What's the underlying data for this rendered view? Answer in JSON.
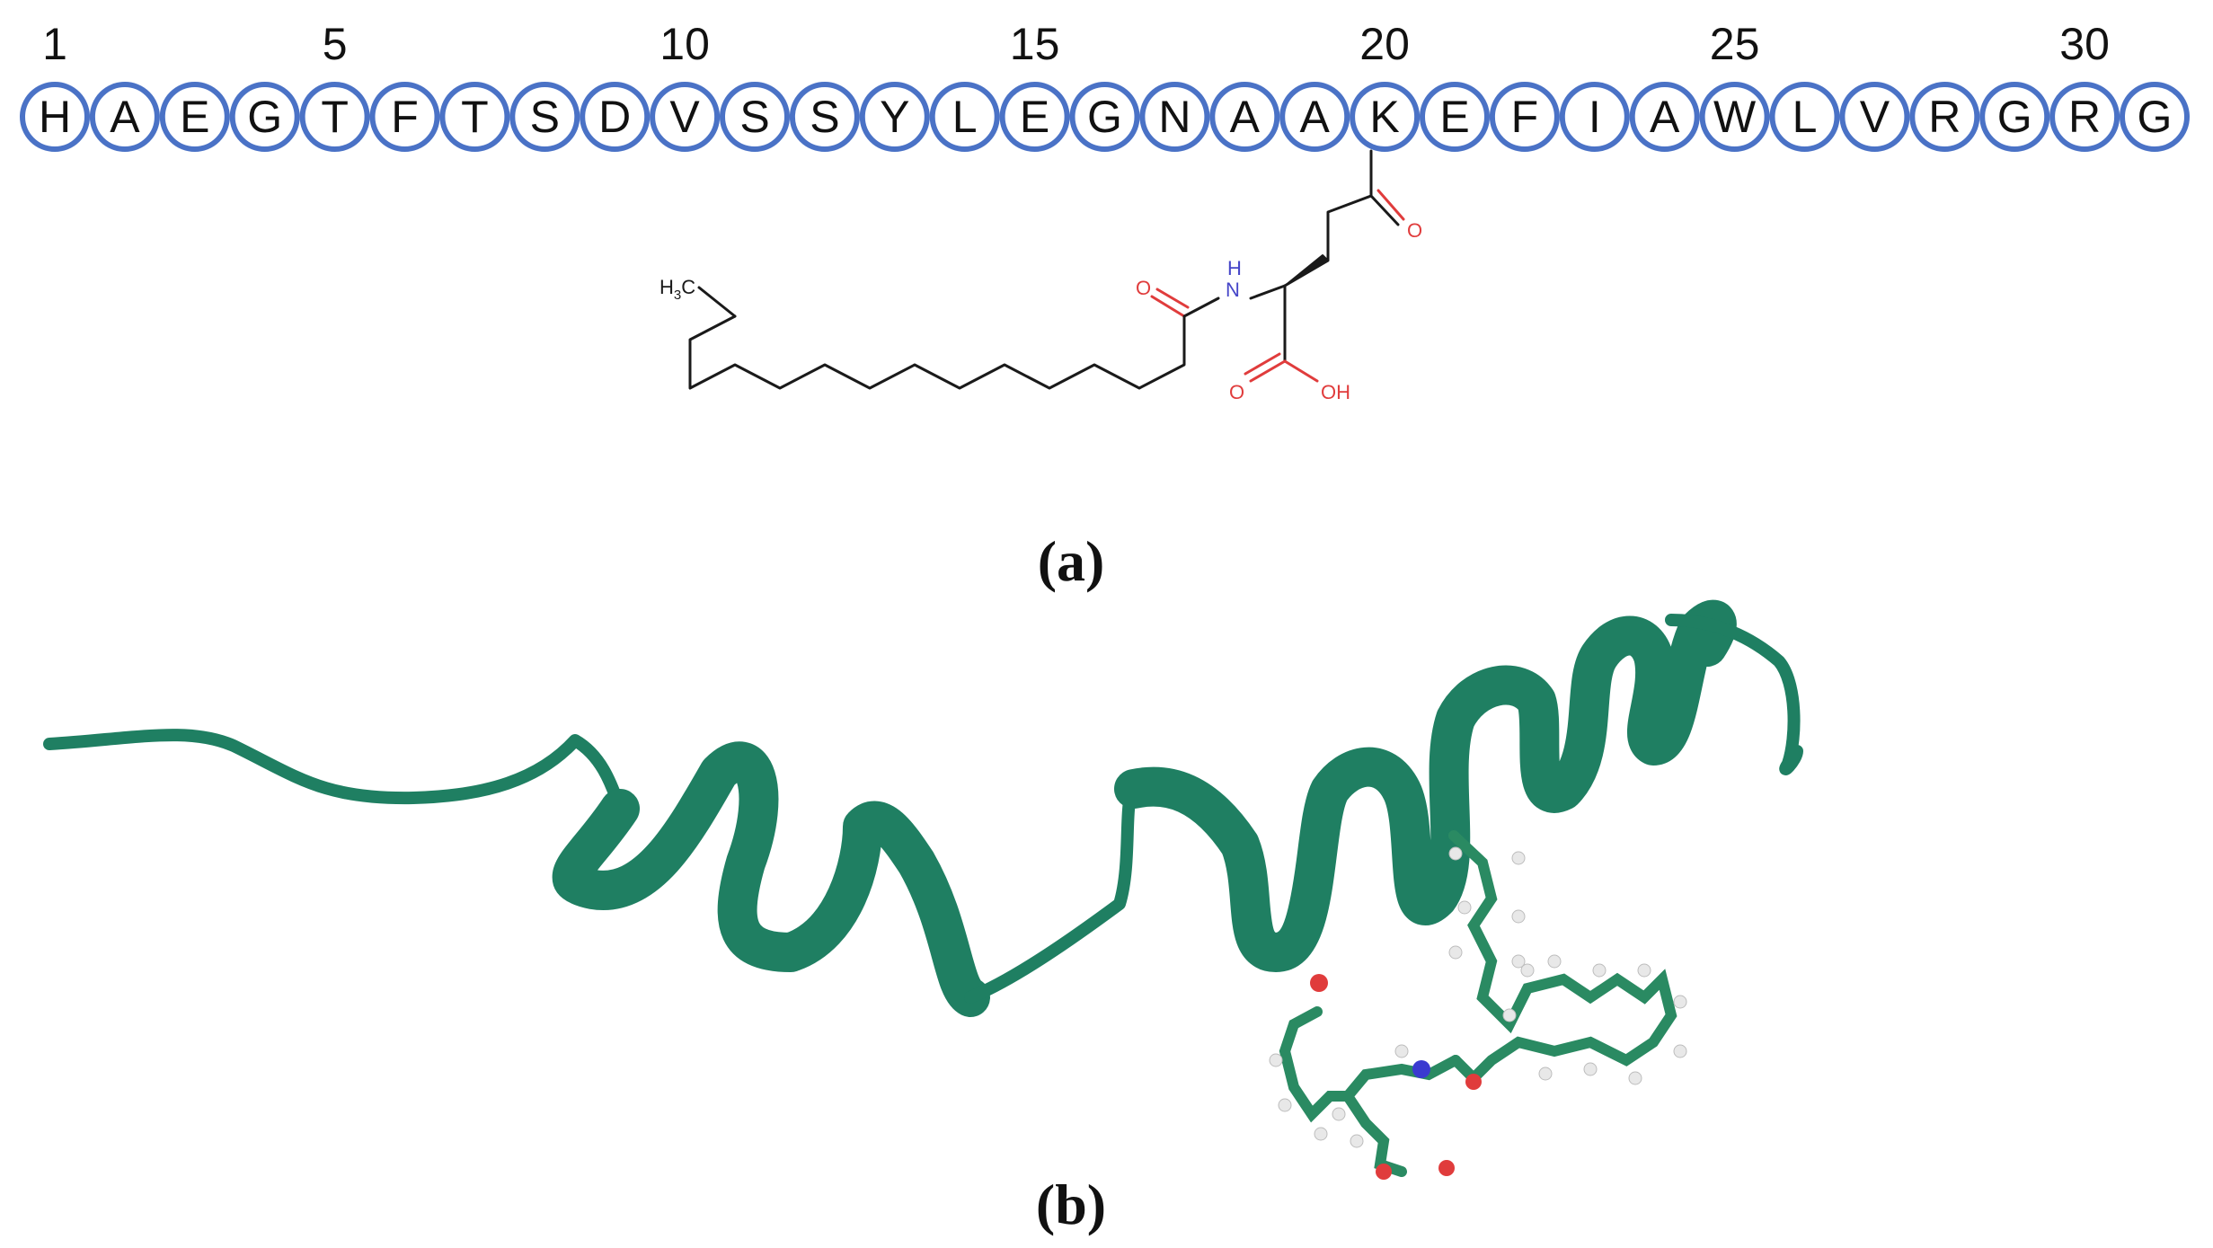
{
  "sequence": {
    "residues": [
      "H",
      "A",
      "E",
      "G",
      "T",
      "F",
      "T",
      "S",
      "D",
      "V",
      "S",
      "S",
      "Y",
      "L",
      "E",
      "G",
      "N",
      "A",
      "A",
      "K",
      "E",
      "F",
      "I",
      "A",
      "W",
      "L",
      "V",
      "R",
      "G",
      "R",
      "G"
    ],
    "position_labels": [
      {
        "residue": 1,
        "label": "1"
      },
      {
        "residue": 5,
        "label": "5"
      },
      {
        "residue": 10,
        "label": "10"
      },
      {
        "residue": 15,
        "label": "15"
      },
      {
        "residue": 20,
        "label": "20"
      },
      {
        "residue": 25,
        "label": "25"
      },
      {
        "residue": 30,
        "label": "30"
      }
    ],
    "modified_residue": 20,
    "circle_color": "#4a72c6"
  },
  "structure": {
    "atom_labels": {
      "methyl": "H",
      "methyl_sub": "3",
      "methyl_tail": "C",
      "amide_n": "N",
      "amide_h": "H",
      "amide_o": "O",
      "ketone_o": "O",
      "acid_o": "O",
      "acid_oh": "OH"
    },
    "colors": {
      "bond": "#1a1a1a",
      "oxygen": "#e03c3c",
      "nitrogen": "#4646c8"
    }
  },
  "ribbon": {
    "color": "#1f7f62",
    "stick_color": "#2a8a62"
  },
  "panels": {
    "a": "(a)",
    "b": "(b)"
  }
}
